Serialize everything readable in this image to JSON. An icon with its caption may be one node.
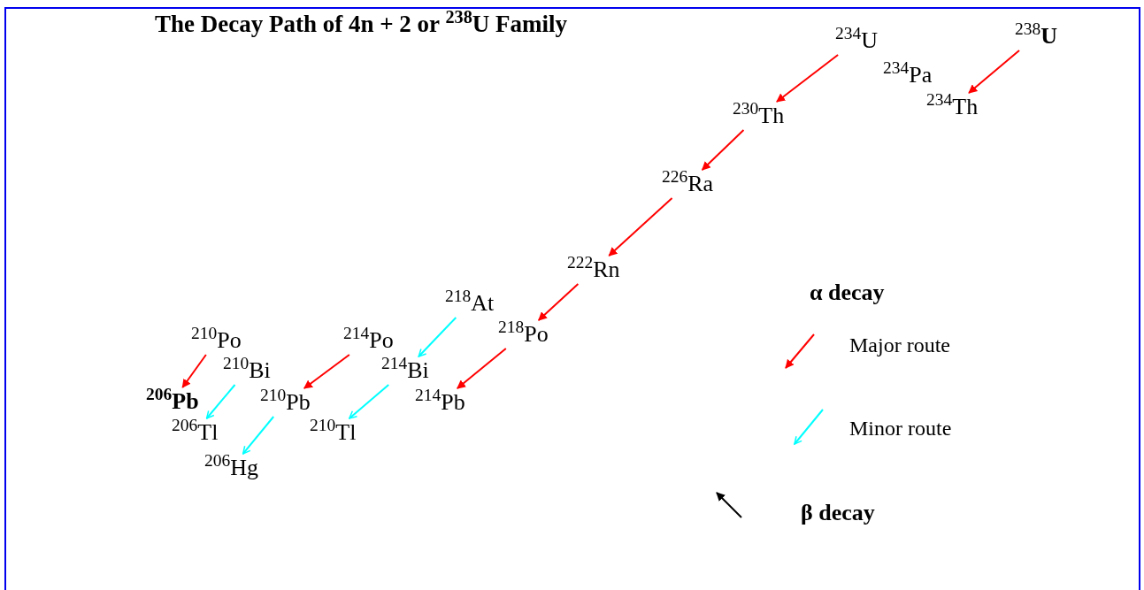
{
  "diagram": {
    "title": "The Decay Path of 4n + 2 or $^{238}$U Family",
    "nodes": [
      {
        "text": [
          "$^{234}$U"
        ]
      },
      {
        "text": [
          "$^{238}$**U**"
        ]
      },
      {
        "text": [
          "$^{234}$Pa"
        ]
      },
      {
        "text": [
          "$^{230}$Th"
        ]
      },
      {
        "text": [
          "$^{234}$Th"
        ]
      },
      {
        "text": [
          "$^{226}$Ra"
        ]
      },
      {
        "text": [
          "$^{222}$Rn"
        ]
      },
      {
        "text": [
          "$^{218}$At"
        ]
      },
      {
        "text": [
          "$^{218}$Po"
        ]
      },
      {
        "text": [
          "$^{210}$Po"
        ]
      },
      {
        "text": [
          "$^{214}$Po"
        ]
      },
      {
        "text": [
          "$^{210}$Bi"
        ]
      },
      {
        "text": [
          "$^{214}$Bi"
        ]
      },
      {
        "text": [
          "$^{206}$Pb"
        ]
      },
      {
        "text": [
          "$^{210}$Pb"
        ]
      },
      {
        "text": [
          "$^{214}$Pb"
        ]
      },
      {
        "text": [
          "$^{206}$Tl"
        ]
      },
      {
        "text": [
          "$^{210}$Tl"
        ]
      },
      {
        "text": [
          "$^{206}$Hg"
        ]
      }
    ],
    "edges": [
      {
        "from": 1,
        "to": 4,
        "arrow": "to"
      },
      {
        "from": 0,
        "to": 3,
        "arrow": "to"
      },
      {
        "from": 3,
        "to": 5,
        "arrow": "to"
      },
      {
        "from": 5,
        "to": 6,
        "arrow": "to"
      },
      {
        "from": 6,
        "to": 8,
        "arrow": "to"
      },
      {
        "from": 7,
        "to": 12,
        "arrow": "to",
        "color": "#00ffff"
      },
      {
        "from": 8,
        "to": 15,
        "arrow": "to"
      },
      {
        "from": 10,
        "to": 14,
        "arrow": "to"
      },
      {
        "from": 9,
        "to": 13,
        "arrow": "to"
      },
      {
        "from": 11,
        "to": 16,
        "arrow": "to",
        "color": "#00ffff"
      },
      {
        "from": 12,
        "to": 17,
        "arrow": "to",
        "color": "#00ffff"
      },
      {
        "from": 14,
        "to": 18,
        "arrow": "to",
        "color": "#00ffff"
      }
    ],
    "labels": [
      "α decay"
    ],
    "legend": [
      {
        "text": "Major route"
      },
      {
        "text": "Minor route"
      },
      {
        "text": "β decay"
      }
    ]
  }
}
